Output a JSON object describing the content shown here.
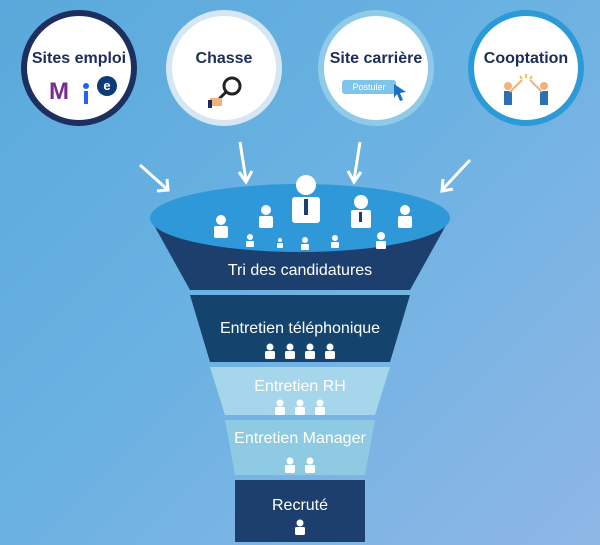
{
  "sources": [
    {
      "title": "Sites emploi"
    },
    {
      "title": "Chasse"
    },
    {
      "title": "Site carrière",
      "button": "Postuler"
    },
    {
      "title": "Cooptation"
    }
  ],
  "stages": [
    {
      "label": "Tri des candidatures",
      "people": 0
    },
    {
      "label": "Entretien téléphonique",
      "people": 4
    },
    {
      "label": "Entretien RH",
      "people": 3
    },
    {
      "label": "Entretien Manager",
      "people": 2
    },
    {
      "label": "Recruté",
      "people": 1
    }
  ],
  "colors": {
    "dark": "#1c3f6e",
    "mid": "#14446e",
    "light": "#a6d6ec",
    "lighter": "#8fcae3",
    "top": "#2f98d8"
  }
}
